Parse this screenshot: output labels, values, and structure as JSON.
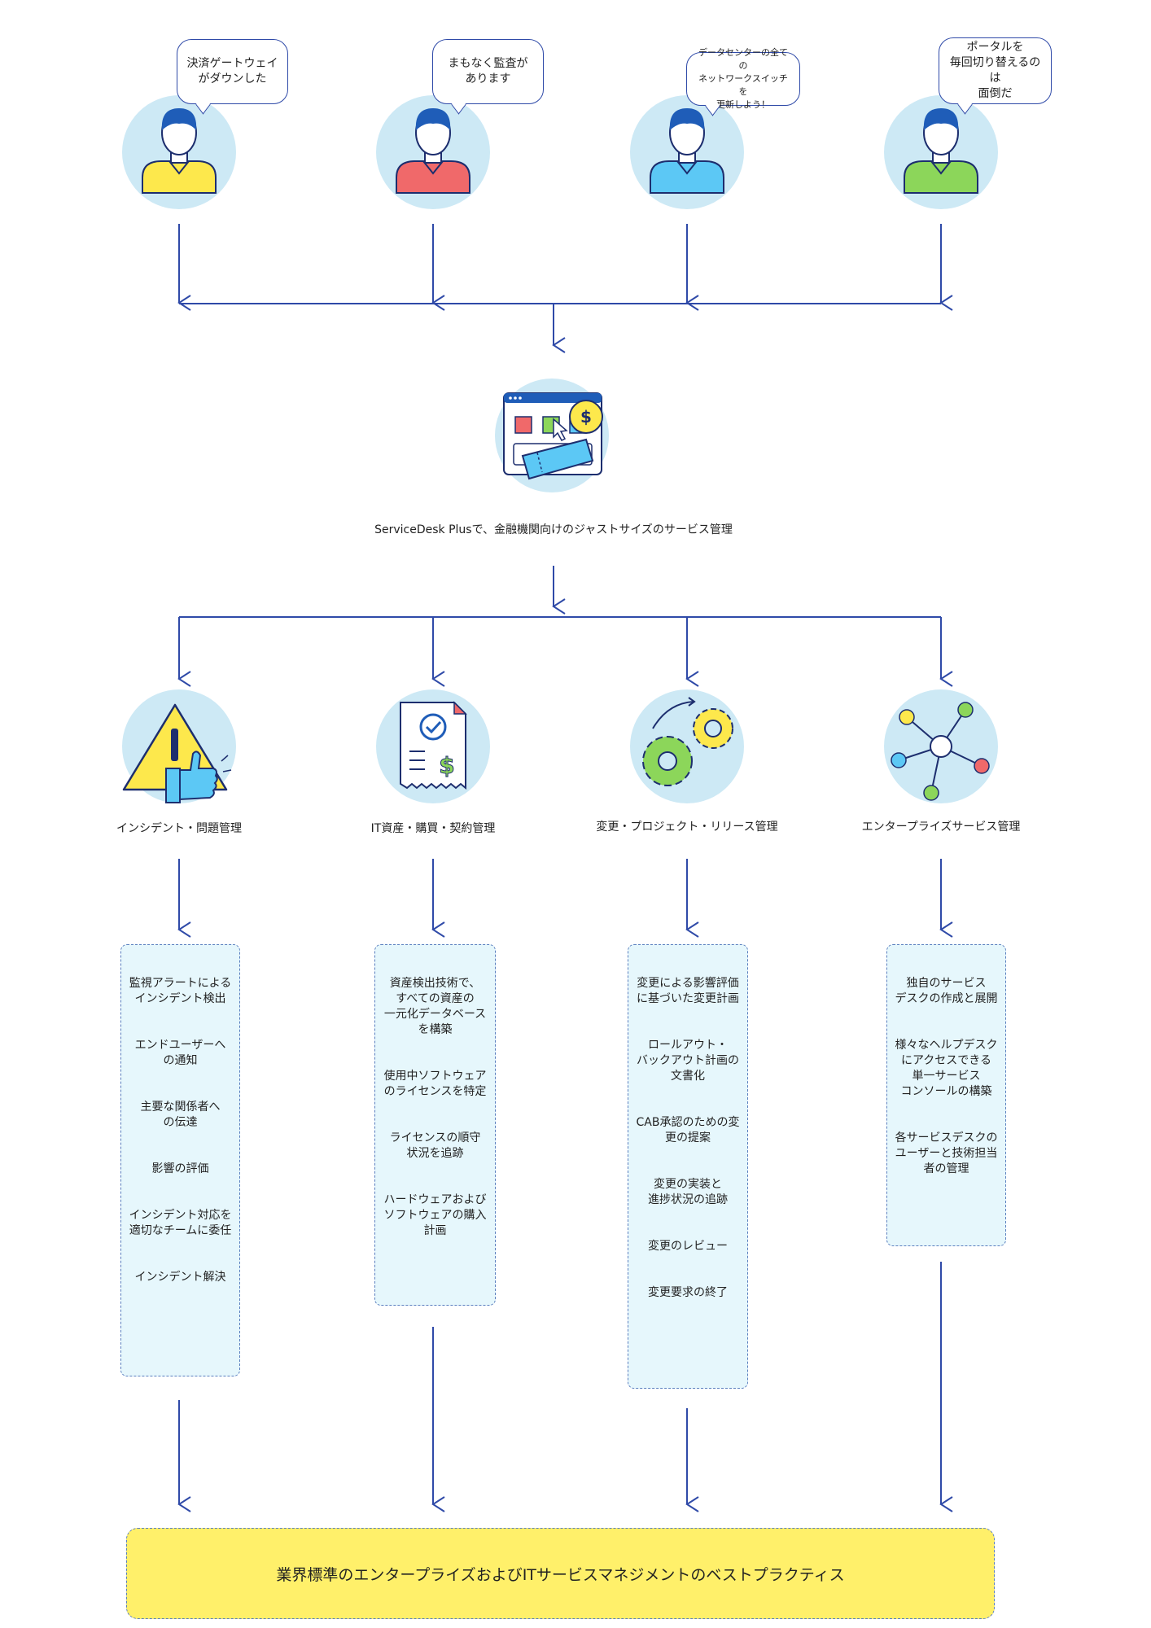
{
  "speech_bubbles": [
    {
      "text": "決済ゲートウェイ\nがダウンした"
    },
    {
      "text": "まもなく監査が\nあります"
    },
    {
      "text": "データセンターの全ての\nネットワークスイッチを\n更新しよう！"
    },
    {
      "text": "ポータルを\n毎回切り替えるのは\n面倒だ"
    }
  ],
  "hub": {
    "label": "ServiceDesk Plusで、金融機関向けのジャストサイズのサービス管理"
  },
  "modules": [
    {
      "label": "インシデント・問題管理",
      "icon": "warning-thumbs-up-icon"
    },
    {
      "label": "IT資産・購買・契約管理",
      "icon": "invoice-check-icon"
    },
    {
      "label": "変更・プロジェクト・リリース管理",
      "icon": "gears-icon"
    },
    {
      "label": "エンタープライズサービス管理",
      "icon": "network-nodes-icon"
    }
  ],
  "feature_lists": [
    {
      "items": [
        "監視アラートによる\nインシデント検出",
        "エンドユーザーへ\nの通知",
        "主要な関係者へ\nの伝達",
        "影響の評価",
        "インシデント対応を\n適切なチームに委任",
        "インシデント解決"
      ]
    },
    {
      "items": [
        "資産検出技術で、\nすべての資産の\n一元化データベース\nを構築",
        "使用中ソフトウェア\nのライセンスを特定",
        "ライセンスの順守\n状況を追跡",
        "ハードウェアおよび\nソフトウェアの購入\n計画"
      ]
    },
    {
      "items": [
        "変更による影響評価\nに基づいた変更計画",
        "ロールアウト・\nバックアウト計画の\n文書化",
        "CAB承認のための変\n更の提案",
        "変更の実装と\n進捗状況の追跡",
        "変更のレビュー",
        "変更要求の終了"
      ]
    },
    {
      "items": [
        "独自のサービス\nデスクの作成と展開",
        "様々なヘルプデスク\nにアクセスできる\n単一サービス\nコンソールの構築",
        "各サービスデスクの\nユーザーと技術担当\n者の管理"
      ]
    }
  ],
  "banner": {
    "text": "業界標準のエンタープライズおよびITサービスマネジメントのベストプラクティス"
  },
  "colors": {
    "line": "#2f4aa8",
    "circle": "#cde9f5",
    "box_fill": "#e6f7fc",
    "banner_fill": "#fff06a",
    "shirts": [
      "#fde84c",
      "#f0696a",
      "#5cc8f5",
      "#8cd65a"
    ]
  }
}
